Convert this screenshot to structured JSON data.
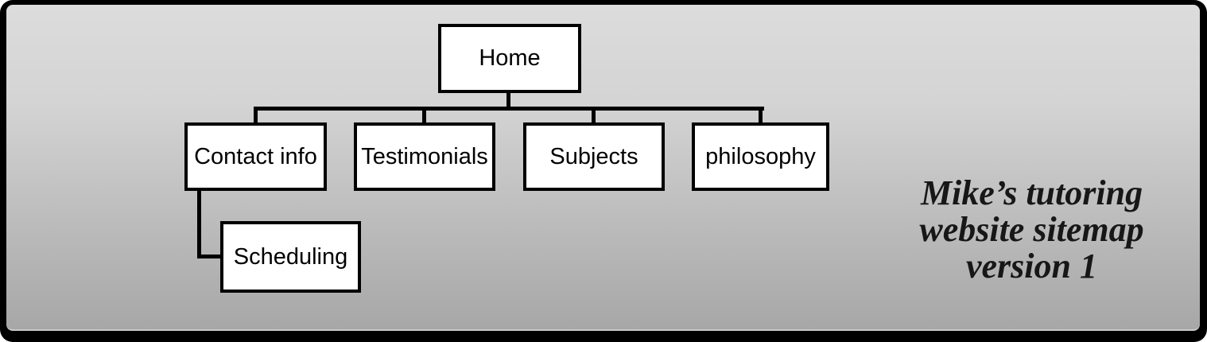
{
  "diagram": {
    "nodes": [
      {
        "id": "home",
        "label": "Home"
      },
      {
        "id": "contact-info",
        "label": "Contact info"
      },
      {
        "id": "testimonials",
        "label": "Testimonials"
      },
      {
        "id": "subjects",
        "label": "Subjects"
      },
      {
        "id": "philosophy",
        "label": "philosophy"
      },
      {
        "id": "scheduling",
        "label": "Scheduling"
      }
    ],
    "edges": [
      {
        "from": "home",
        "to": "contact-info"
      },
      {
        "from": "home",
        "to": "testimonials"
      },
      {
        "from": "home",
        "to": "subjects"
      },
      {
        "from": "home",
        "to": "philosophy"
      },
      {
        "from": "contact-info",
        "to": "scheduling"
      }
    ],
    "title": {
      "lines": [
        "Mike’s tutoring",
        "website sitemap",
        "version 1"
      ]
    }
  },
  "colors": {
    "node_fill": "#ffffff",
    "node_border": "#000000",
    "connector": "#000000",
    "frame": "#000000",
    "background_top": "#dcdcdc",
    "background_bottom": "#a7a7a7",
    "title_text": "#171717"
  }
}
